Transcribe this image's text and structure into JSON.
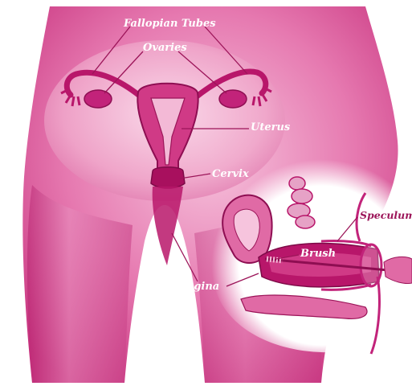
{
  "labels": {
    "fallopian_tubes": "Fallopian Tubes",
    "ovaries": "Ovaries",
    "uterus": "Uterus",
    "cervix": "Cervix",
    "vagina": "Vagina",
    "brush": "Brush",
    "speculum": "Speculum"
  },
  "colors": {
    "body_main": "#d43f8c",
    "body_light": "#f3b9d6",
    "organ": "#b8166a",
    "outline": "#8e0e52",
    "label": "#ffffff",
    "label_dark": "#9c1559",
    "inset_bg": "#ffffff"
  }
}
